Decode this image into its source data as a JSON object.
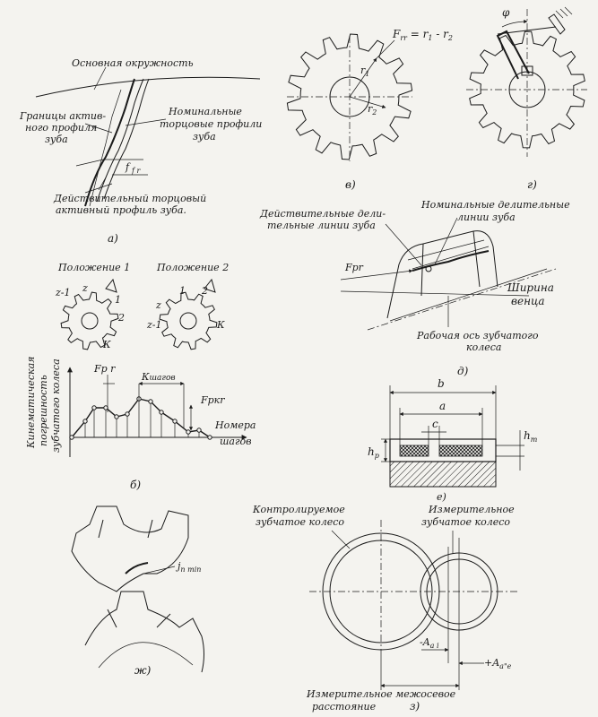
{
  "panel_a": {
    "base_circle": "Основная окружность",
    "boundaries_1": "Границы актив-",
    "boundaries_2": "ного профиля",
    "boundaries_3": "зуба",
    "nominal_1": "Номинальные",
    "nominal_2": "торцовые профили",
    "nominal_3": "зуба",
    "f_label": "f",
    "f_sub": "f r",
    "actual_1": "Действительный торцовый",
    "actual_2": "активный профиль зуба.",
    "caption": "а)"
  },
  "panel_v": {
    "formula": "F",
    "formula_sub": "rr",
    "formula_rest": " = r",
    "formula_sub1": "1",
    "formula_minus": " - r",
    "formula_sub2": "2",
    "r1": "r",
    "r1_sub": "1",
    "r2": "r",
    "r2_sub": "2",
    "caption": "в)"
  },
  "panel_g": {
    "phi": "φ",
    "caption": "г)"
  },
  "panel_b": {
    "pos1": "Положение 1",
    "pos2": "Положение 2",
    "z1": "z-1",
    "z": "z",
    "one": "1",
    "two": "2",
    "k": "К",
    "ylabel_1": "Кинематическая",
    "ylabel_2": "погрешность",
    "ylabel_3": "зубчатого колеса",
    "fpr": "Fp r",
    "ksteps": "К",
    "ksteps_sub": "шагов",
    "fpkr": "Fpкr",
    "steps_1": "Номера",
    "steps_2": "шагов",
    "caption": "б)"
  },
  "panel_d": {
    "actual_1": "Действительные дели-",
    "actual_2": "тельные линии зуба",
    "nominal_1": "Номинальные  делительные",
    "nominal_2": "линии  зуба",
    "fpr": "Fpr",
    "width_1": "Ширина",
    "width_2": "венца",
    "axis_1": "Рабочая ось  зубчатого",
    "axis_2": "колеса",
    "caption": "д)"
  },
  "panel_e": {
    "b": "b",
    "a": "a",
    "c": "c",
    "hp": "h",
    "hp_sub": "p",
    "hm": "h",
    "hm_sub": "m",
    "caption": "е)"
  },
  "panel_zh": {
    "jn": "j",
    "jn_sub": "n min",
    "caption": "ж)"
  },
  "panel_z": {
    "controlled_1": "Контролируемое",
    "controlled_2": "зубчатое колесо",
    "measuring_1": "Измерительное",
    "measuring_2": "зубчатое колесо",
    "minus_a": "-A",
    "minus_a_sub": "a i",
    "plus_a": "+A",
    "plus_a_sub": "a\"e",
    "center_1": "Измерительное  межосевое",
    "center_2": "расстояние",
    "caption": "з)"
  }
}
